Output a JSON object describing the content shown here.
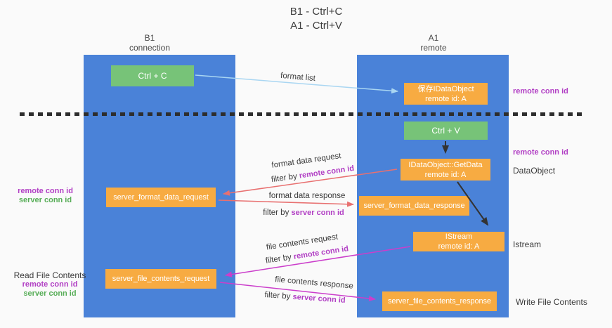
{
  "title": {
    "line1": "B1 - Ctrl+C",
    "line2": "A1 - Ctrl+V"
  },
  "columns": {
    "left": {
      "title": "B1",
      "subtitle": "connection"
    },
    "right": {
      "title": "A1",
      "subtitle": "remote"
    }
  },
  "nodes": {
    "ctrl_c": {
      "label": "Ctrl + C"
    },
    "ctrl_v": {
      "label": "Ctrl + V"
    },
    "save_idataobject": {
      "line1": "保存IDataObject",
      "line2": "remote id: A"
    },
    "getdata": {
      "line1": "IDataObject::GetData",
      "line2": "remote id: A"
    },
    "istream": {
      "line1": "IStream",
      "line2": "remote id: A"
    },
    "server_format_data_request": {
      "label": "server_format_data_request"
    },
    "server_format_data_response": {
      "label": "server_format_data_response"
    },
    "server_file_contents_request": {
      "label": "server_file_contents_request"
    },
    "server_file_contents_response": {
      "label": "server_file_contents_response"
    }
  },
  "flows": {
    "format_list": {
      "label": "format list"
    },
    "format_data_request": {
      "label": "format data request",
      "filter_prefix": "filter by ",
      "filter_key": "remote conn id"
    },
    "format_data_response": {
      "label": "format data response",
      "filter_prefix": "filter by ",
      "filter_key": "server conn id"
    },
    "file_contents_request": {
      "label": "file contents request",
      "filter_prefix": "filter by ",
      "filter_key": "remote conn id"
    },
    "file_contents_response": {
      "label": "file contents response",
      "filter_prefix": "filter by ",
      "filter_key": "server conn id"
    }
  },
  "side_labels": {
    "right_top_remote_conn_id": "remote conn id",
    "right_mid_remote_conn_id": "remote conn id",
    "data_object": "DataObject",
    "istream": "Istream",
    "write_file_contents": "Write File Contents",
    "left_remote_conn_id_1": "remote conn id",
    "left_server_conn_id_1": "server conn id",
    "read_file_contents": "Read File Contents",
    "left_remote_conn_id_2": "remote conn id",
    "left_server_conn_id_2": "server conn id"
  },
  "colors": {
    "column_blue": "#4a82d8",
    "node_green": "#77c378",
    "node_orange": "#f7ab42",
    "arrow_light_blue": "#a9d6f2",
    "arrow_red": "#e87070",
    "arrow_magenta": "#cb3ecb",
    "arrow_black": "#333333",
    "text_purple": "#b13fc4",
    "text_green": "#57ad57",
    "background": "#fafafa"
  }
}
